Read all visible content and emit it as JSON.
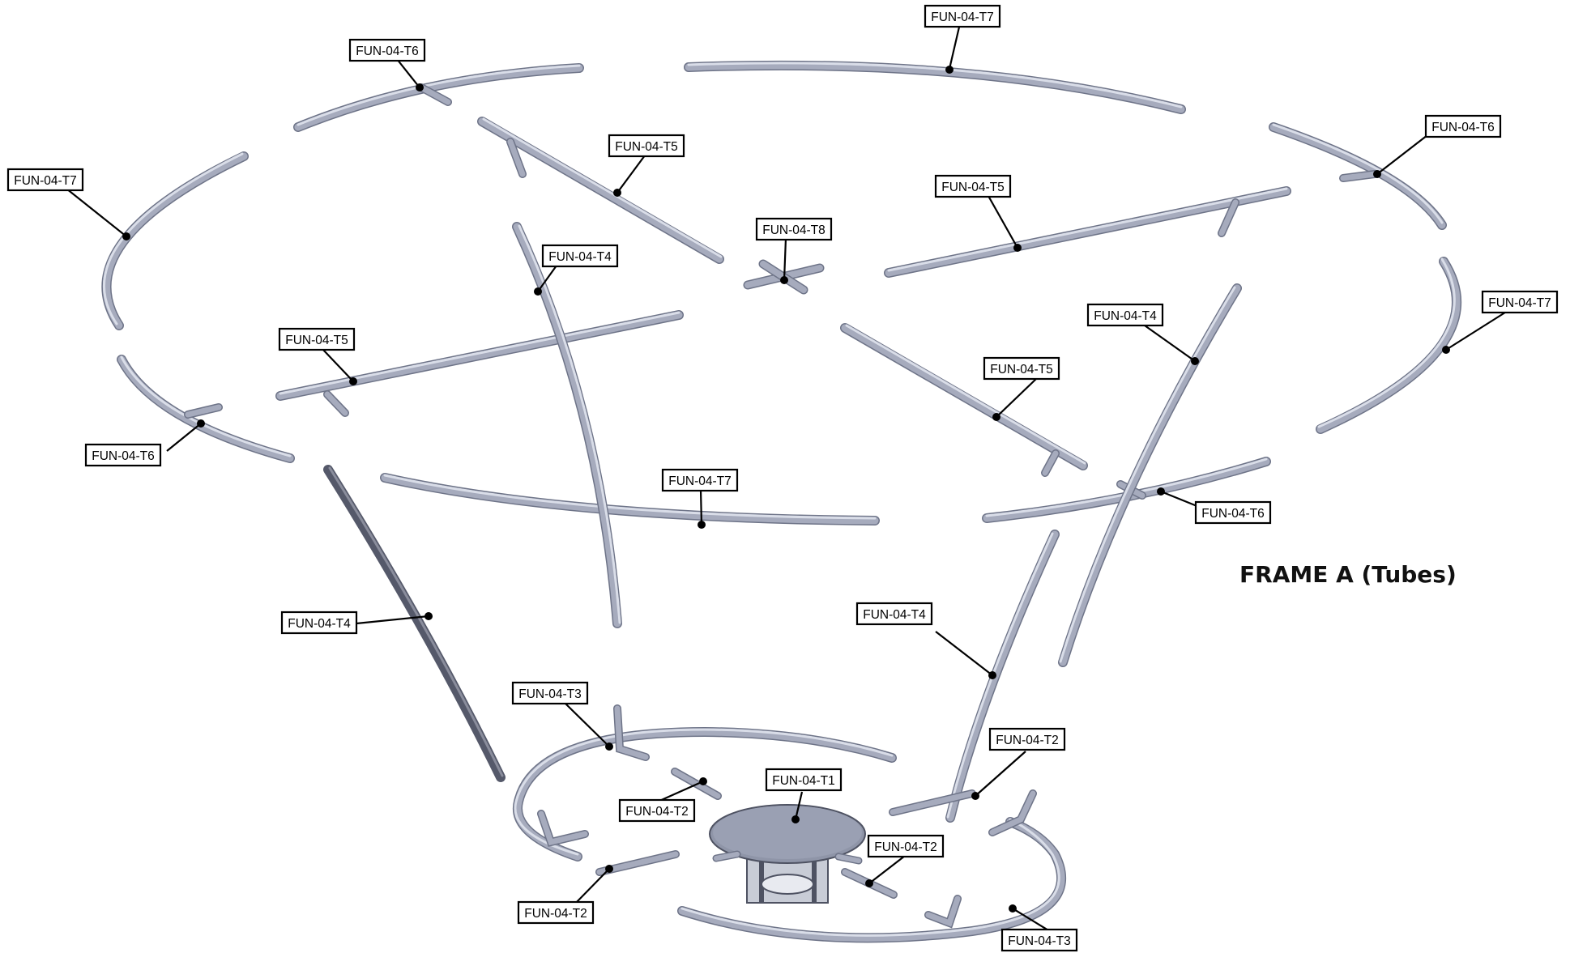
{
  "title": "FRAME A (Tubes)",
  "colors": {
    "tube": "#a6abbd",
    "tube_shadow": "#6e7488",
    "tube_highlight": "#dfe2ec",
    "tube_dark": "#55596a",
    "label_border": "#000000",
    "label_bg": "#ffffff"
  },
  "labels": [
    "FUN-04-T7",
    "FUN-04-T6",
    "FUN-04-T6",
    "FUN-04-T7",
    "FUN-04-T5",
    "FUN-04-T5",
    "FUN-04-T8",
    "FUN-04-T4",
    "FUN-04-T4",
    "FUN-04-T7",
    "FUN-04-T5",
    "FUN-04-T5",
    "FUN-04-T6",
    "FUN-04-T7",
    "FUN-04-T6",
    "FUN-04-T4",
    "FUN-04-T4",
    "FUN-04-T3",
    "FUN-04-T1",
    "FUN-04-T2",
    "FUN-04-T2",
    "FUN-04-T2",
    "FUN-04-T2",
    "FUN-04-T3"
  ]
}
